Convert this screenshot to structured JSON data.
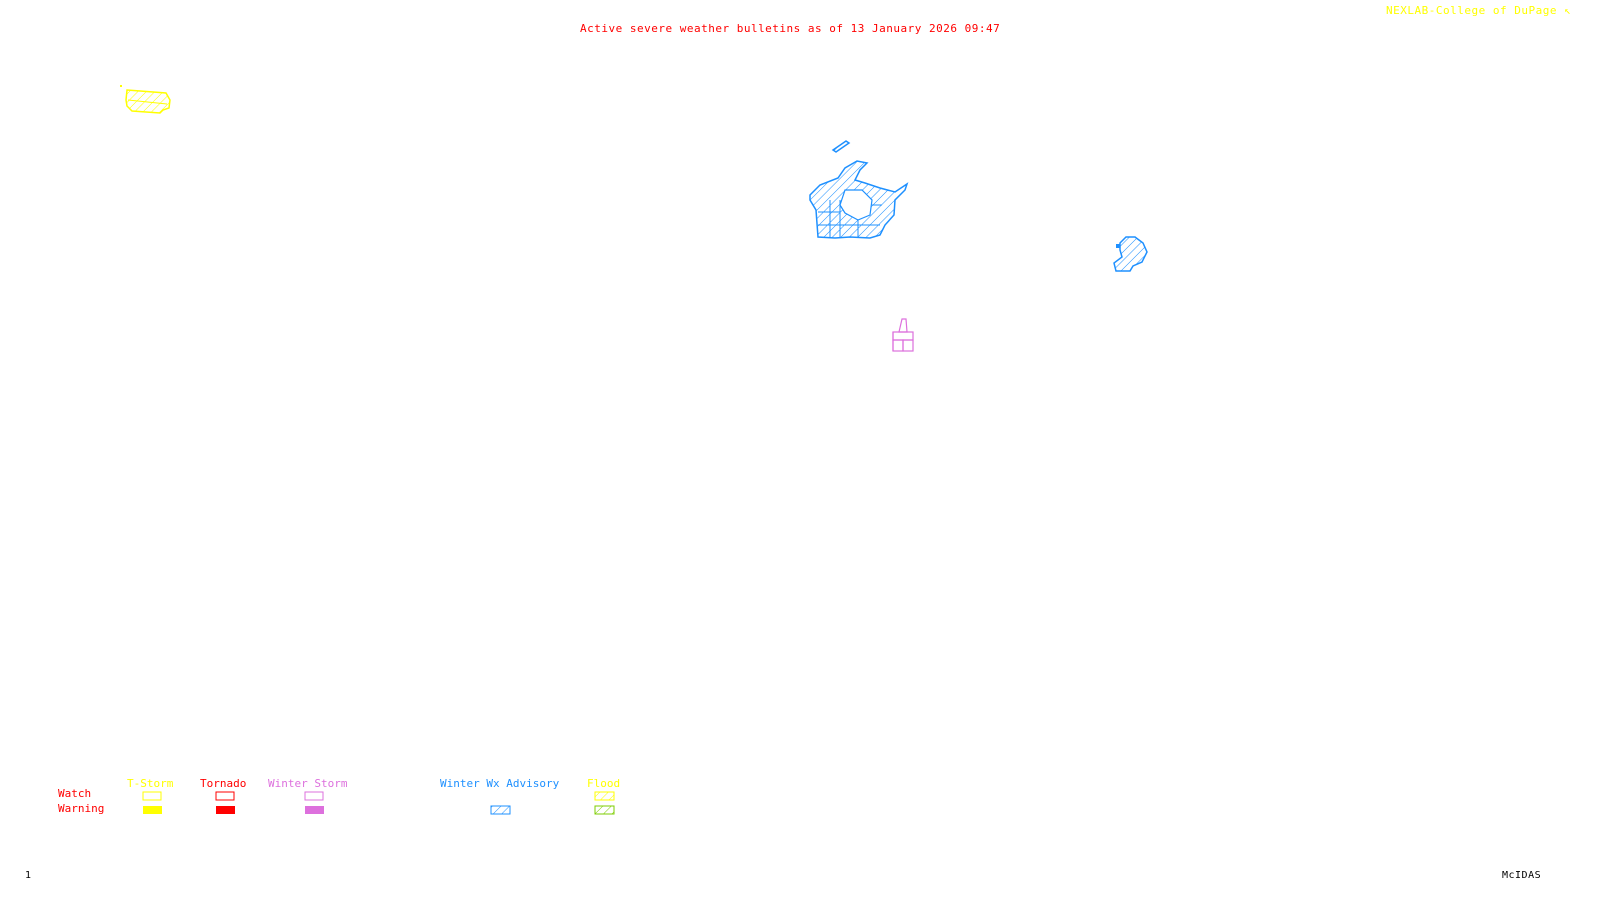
{
  "header": {
    "title": "Active severe weather bulletins as of 13 January 2026 09:47",
    "credit": "NEXLAB-College of DuPage",
    "credit_icon": "nexlab-logo-icon"
  },
  "colors": {
    "title": "#ff0000",
    "credit": "#ffff00",
    "tstorm": "#ffff00",
    "tornado": "#ff0000",
    "winter_storm": "#dd70dd",
    "winter_wx_advisory": "#1e90ff",
    "flood_watch": "#ffff00",
    "flood_warning": "#7ccd00",
    "row_labels": "#ff0000"
  },
  "map": {
    "regions": [
      {
        "name": "tstorm-watch-area-west",
        "type": "T-Storm Watch / Flood Watch (hatched)",
        "color": "#ffff00"
      },
      {
        "name": "winter-wx-advisory-area-great-lakes",
        "type": "Winter Wx Advisory",
        "color": "#1e90ff"
      },
      {
        "name": "winter-wx-advisory-area-northeast",
        "type": "Winter Wx Advisory",
        "color": "#1e90ff"
      },
      {
        "name": "winter-storm-watch-area-central",
        "type": "Winter Storm Watch",
        "color": "#dd70dd"
      }
    ]
  },
  "legend": {
    "row_labels": {
      "watch": "Watch",
      "warning": "Warning"
    },
    "columns": [
      {
        "label": "T-Storm",
        "color": "#ffff00",
        "watch": "outline",
        "warning": "solid"
      },
      {
        "label": "Tornado",
        "color": "#ff0000",
        "watch": "outline",
        "warning": "solid"
      },
      {
        "label": "Winter Storm",
        "color": "#dd70dd",
        "watch": "outline",
        "warning": "solid"
      },
      {
        "label": "Winter Wx Advisory",
        "color": "#1e90ff",
        "watch": "none",
        "warning": "hatched"
      },
      {
        "label": "Flood",
        "color": "#ffff00",
        "watch": "hatched",
        "warning": "hatched",
        "warning_color": "#7ccd00"
      }
    ]
  },
  "footer": {
    "frame_number": "1",
    "software": "McIDAS"
  }
}
